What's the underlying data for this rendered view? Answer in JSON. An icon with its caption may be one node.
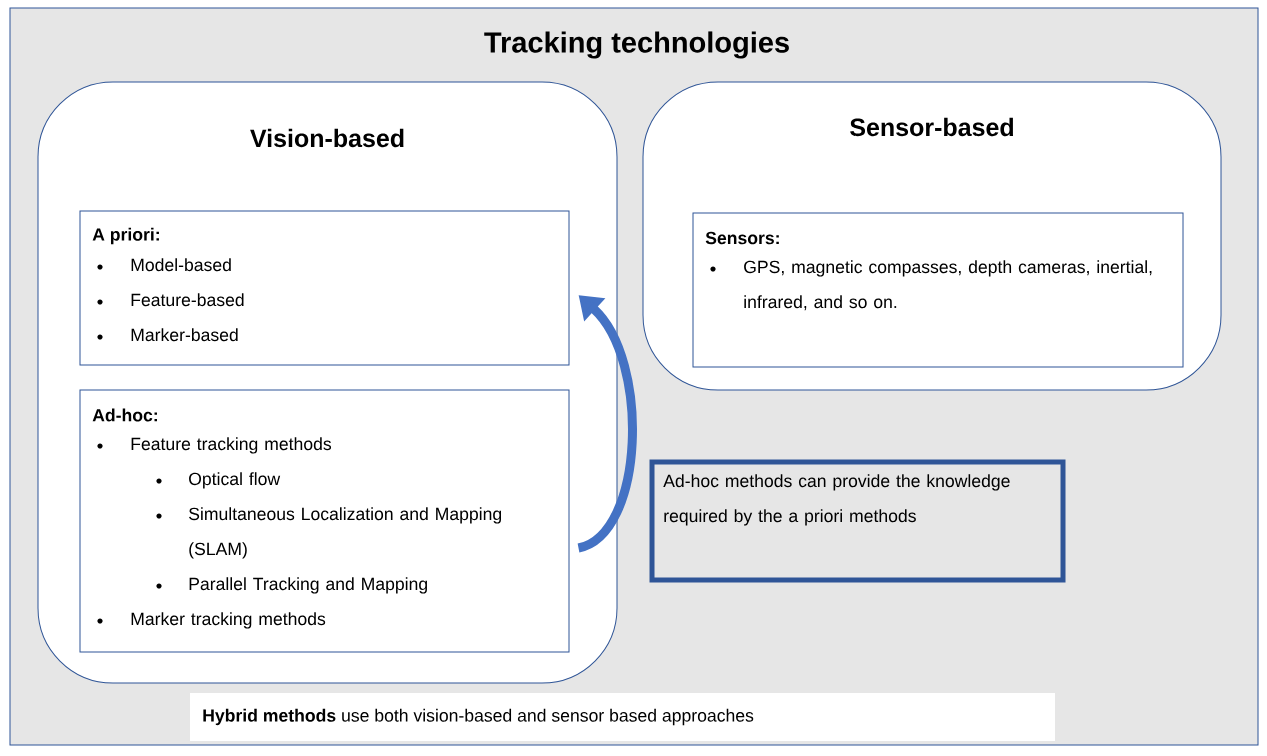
{
  "diagram": {
    "title": "Tracking technologies",
    "nodes": [
      {
        "text": [
          "Vision-based"
        ]
      },
      {
        "text": [
          "A priori:",
          "Model-based",
          "Feature-based",
          "Marker-based"
        ],
        "in": 0
      },
      {
        "text": [
          "Ad-hoc:",
          "Feature tracking methods",
          "Optical flow",
          "Simultaneous Localization and Mapping (SLAM)",
          "Parallel Tracking and Mapping",
          "Marker tracking methods"
        ],
        "in": 0
      },
      {
        "text": [
          "Sensor-based"
        ]
      },
      {
        "text": [
          "Sensors:",
          "GPS, magnetic compasses, depth cameras, inertial, infrared, and so on."
        ],
        "in": 3
      },
      {
        "text": [
          "Ad-hoc methods can provide the knowledge required by the a priori methods"
        ]
      },
      {
        "text": [
          "**Hybrid methods** use both vision-based and sensor based approaches"
        ]
      }
    ],
    "edges": [
      {
        "from": 2,
        "to": 1,
        "arrow": "to"
      }
    ]
  }
}
